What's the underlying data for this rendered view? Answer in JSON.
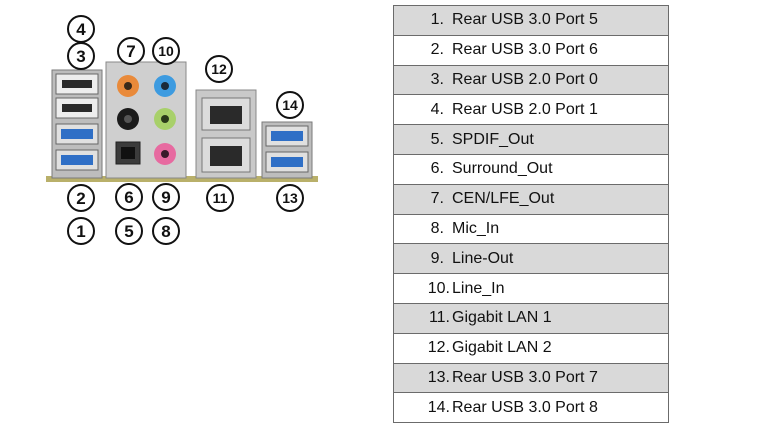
{
  "diagram": {
    "callouts": [
      "1",
      "2",
      "3",
      "4",
      "5",
      "6",
      "7",
      "8",
      "9",
      "10",
      "11",
      "12",
      "13",
      "14"
    ]
  },
  "legend": {
    "rows": [
      {
        "num": "1.",
        "label": "Rear USB 3.0 Port 5"
      },
      {
        "num": "2.",
        "label": "Rear USB 3.0 Port 6"
      },
      {
        "num": "3.",
        "label": "Rear USB 2.0 Port 0"
      },
      {
        "num": "4.",
        "label": "Rear USB 2.0 Port 1"
      },
      {
        "num": "5.",
        "label": "SPDIF_Out"
      },
      {
        "num": "6.",
        "label": "Surround_Out"
      },
      {
        "num": "7.",
        "label": "CEN/LFE_Out"
      },
      {
        "num": "8.",
        "label": "Mic_In"
      },
      {
        "num": "9.",
        "label": "Line-Out"
      },
      {
        "num": "10.",
        "label": "Line_In"
      },
      {
        "num": "11.",
        "label": "Gigabit LAN 1"
      },
      {
        "num": "12.",
        "label": "Gigabit LAN 2"
      },
      {
        "num": "13.",
        "label": "Rear USB 3.0 Port 7"
      },
      {
        "num": "14.",
        "label": "Rear USB 3.0 Port 8"
      }
    ]
  },
  "colors": {
    "usb3": "#2f6fc6",
    "usb2": "#2a2a2a",
    "orange_jack": "#e98a3a",
    "blue_jack": "#3d9be0",
    "black_jack": "#1b1b1b",
    "lime_jack": "#a8d06a",
    "pink_jack": "#e76aa0",
    "board": "#b9b06a",
    "shield": "#c9c9c9"
  }
}
